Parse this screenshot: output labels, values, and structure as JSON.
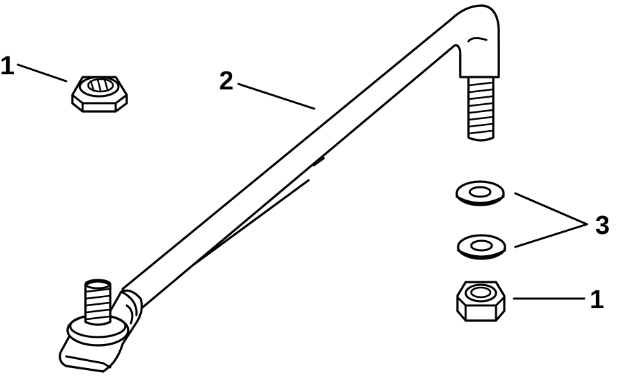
{
  "callouts": [
    {
      "id": "nut-top-left",
      "label": "1"
    },
    {
      "id": "link-rod",
      "label": "2"
    },
    {
      "id": "washers",
      "label": "3"
    },
    {
      "id": "nut-right",
      "label": "1"
    }
  ],
  "colors": {
    "ink": "#000000",
    "paper": "#ffffff"
  }
}
